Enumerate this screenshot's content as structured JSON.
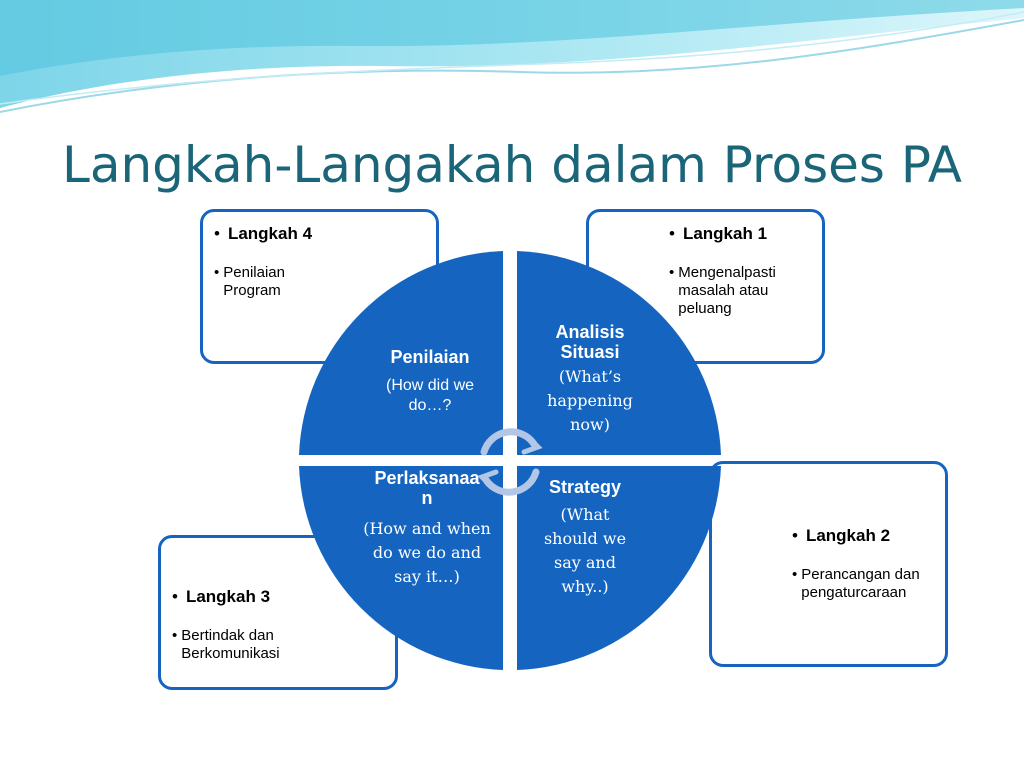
{
  "title": "Langkah-Langakah dalam Proses PA",
  "colors": {
    "title": "#1b6579",
    "quadrant_fill": "#1565c0",
    "box_border": "#1565c0",
    "arrow": "#9fb5d9",
    "wave": "#7fd8ea"
  },
  "steps": {
    "langkah1": {
      "heading": "Langkah 1",
      "text": "Mengenalpasti masalah  atau peluang"
    },
    "langkah2": {
      "heading": "Langkah 2",
      "text": "Perancangan dan pengaturcaraan"
    },
    "langkah3": {
      "heading": "Langkah 3",
      "text": "Bertindak dan Berkomunikasi"
    },
    "langkah4": {
      "heading": "Langkah 4",
      "text": "Penilaian Program"
    }
  },
  "quadrants": {
    "penilaian": {
      "title": "Penilaian",
      "subtitle": "(How did  we do…?"
    },
    "analisis": {
      "title": "Analisis Situasi",
      "subtitle": "(What’s happening now)"
    },
    "perlaksanaan": {
      "title": "Perlaksanaan",
      "subtitle": "(How and when  do we do and say it…)"
    },
    "strategy": {
      "title": "Strategy",
      "subtitle": "(What should we say and why..)"
    }
  },
  "bullet": "•",
  "icons": {
    "cycle": "circular-arrows-icon"
  }
}
